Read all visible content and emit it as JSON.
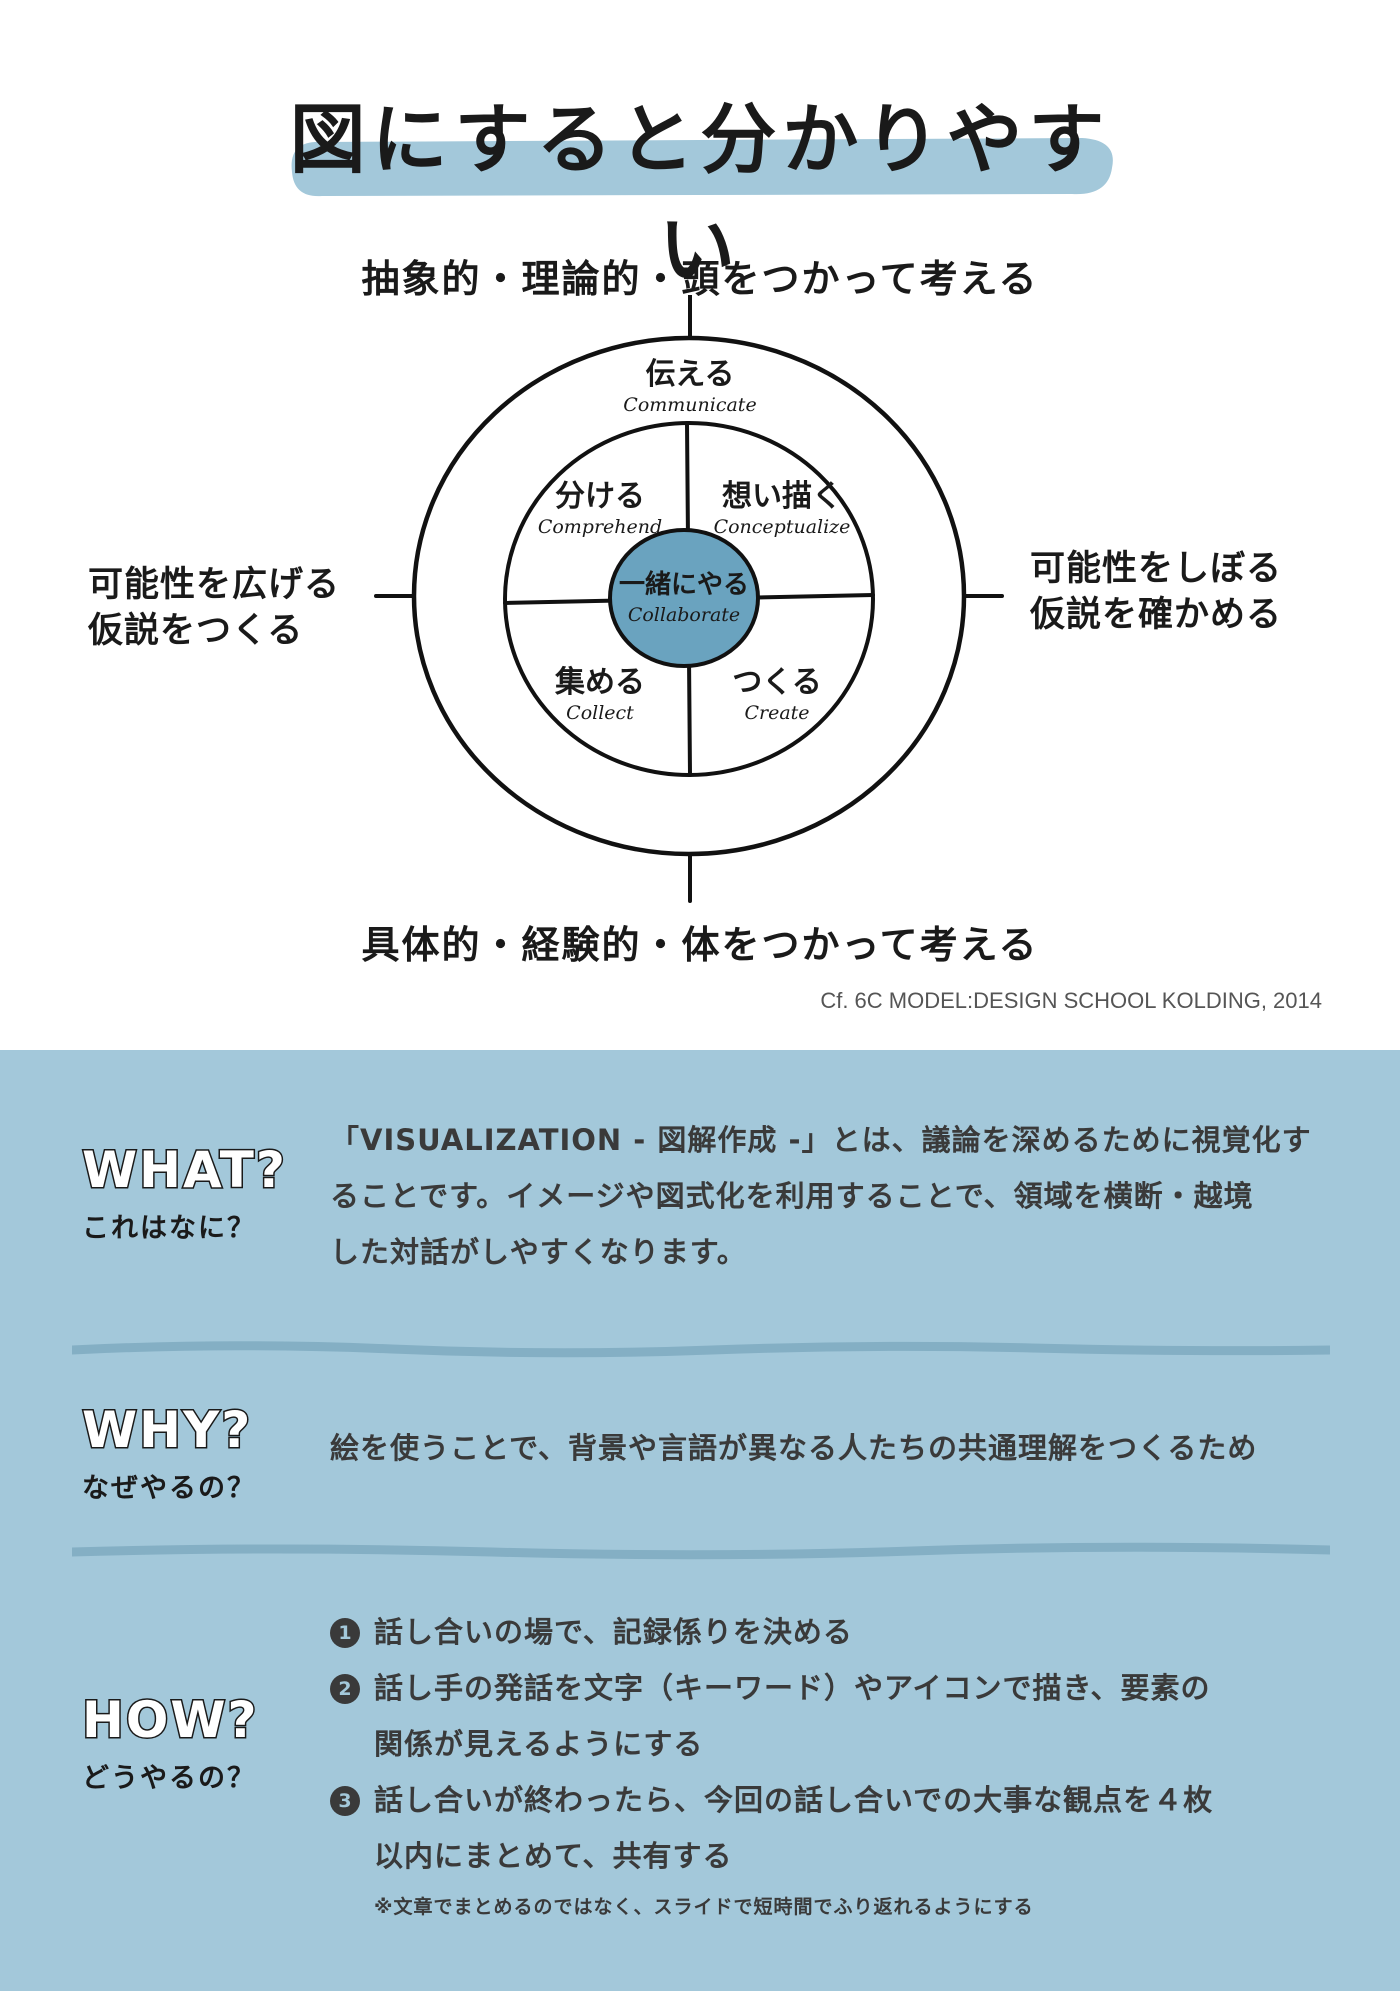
{
  "title": "図にすると分かりやすい",
  "diagram": {
    "top_caption": "抽象的・理論的・頭をつかって考える",
    "bottom_caption": "具体的・経験的・体をつかって考える",
    "left_caption": [
      "可能性を広げる",
      "仮説をつくる"
    ],
    "right_caption": [
      "可能性をしぼる",
      "仮説を確かめる"
    ],
    "outer": {
      "jp": "伝える",
      "en": "Communicate"
    },
    "quadrants": [
      {
        "jp": "分ける",
        "en": "Comprehend"
      },
      {
        "jp": "想い描く",
        "en": "Conceptualize"
      },
      {
        "jp": "集める",
        "en": "Collect"
      },
      {
        "jp": "つくる",
        "en": "Create"
      }
    ],
    "center": {
      "jp": "一緒にやる",
      "en": "Collaborate"
    },
    "center_color": "#6aa3bf"
  },
  "credit": "Cf. 6C MODEL:DESIGN SCHOOL KOLDING, 2014",
  "sections": {
    "what": {
      "heading": "WHAT?",
      "sub": "これはなに？",
      "lines": [
        "「VISUALIZATION - 図解作成 -」とは、議論を深めるために視覚化す",
        "ることです。イメージや図式化を利用することで、領域を横断・越境",
        "した対話がしやすくなります。"
      ]
    },
    "why": {
      "heading": "WHY?",
      "sub": "なぜやるの？",
      "text": "絵を使うことで、背景や言語が異なる人たちの共通理解をつくるため"
    },
    "how": {
      "heading": "HOW?",
      "sub": "どうやるの？",
      "steps": [
        {
          "num": "1",
          "lines": [
            "話し合いの場で、記録係りを決める"
          ]
        },
        {
          "num": "2",
          "lines": [
            "話し手の発話を文字（キーワード）やアイコンで描き、要素の",
            "関係が見えるようにする"
          ]
        },
        {
          "num": "3",
          "lines": [
            "話し合いが終わったら、今回の話し合いでの大事な観点を４枚",
            "以内にまとめて、共有する"
          ]
        }
      ],
      "note": "※文章でまとめるのではなく、スライドで短時間でふり返れるようにする"
    }
  },
  "colors": {
    "accent_blue": "#a3c8da",
    "title_highlight": "#a3c8da",
    "text_dark": "#3a3a3a"
  }
}
